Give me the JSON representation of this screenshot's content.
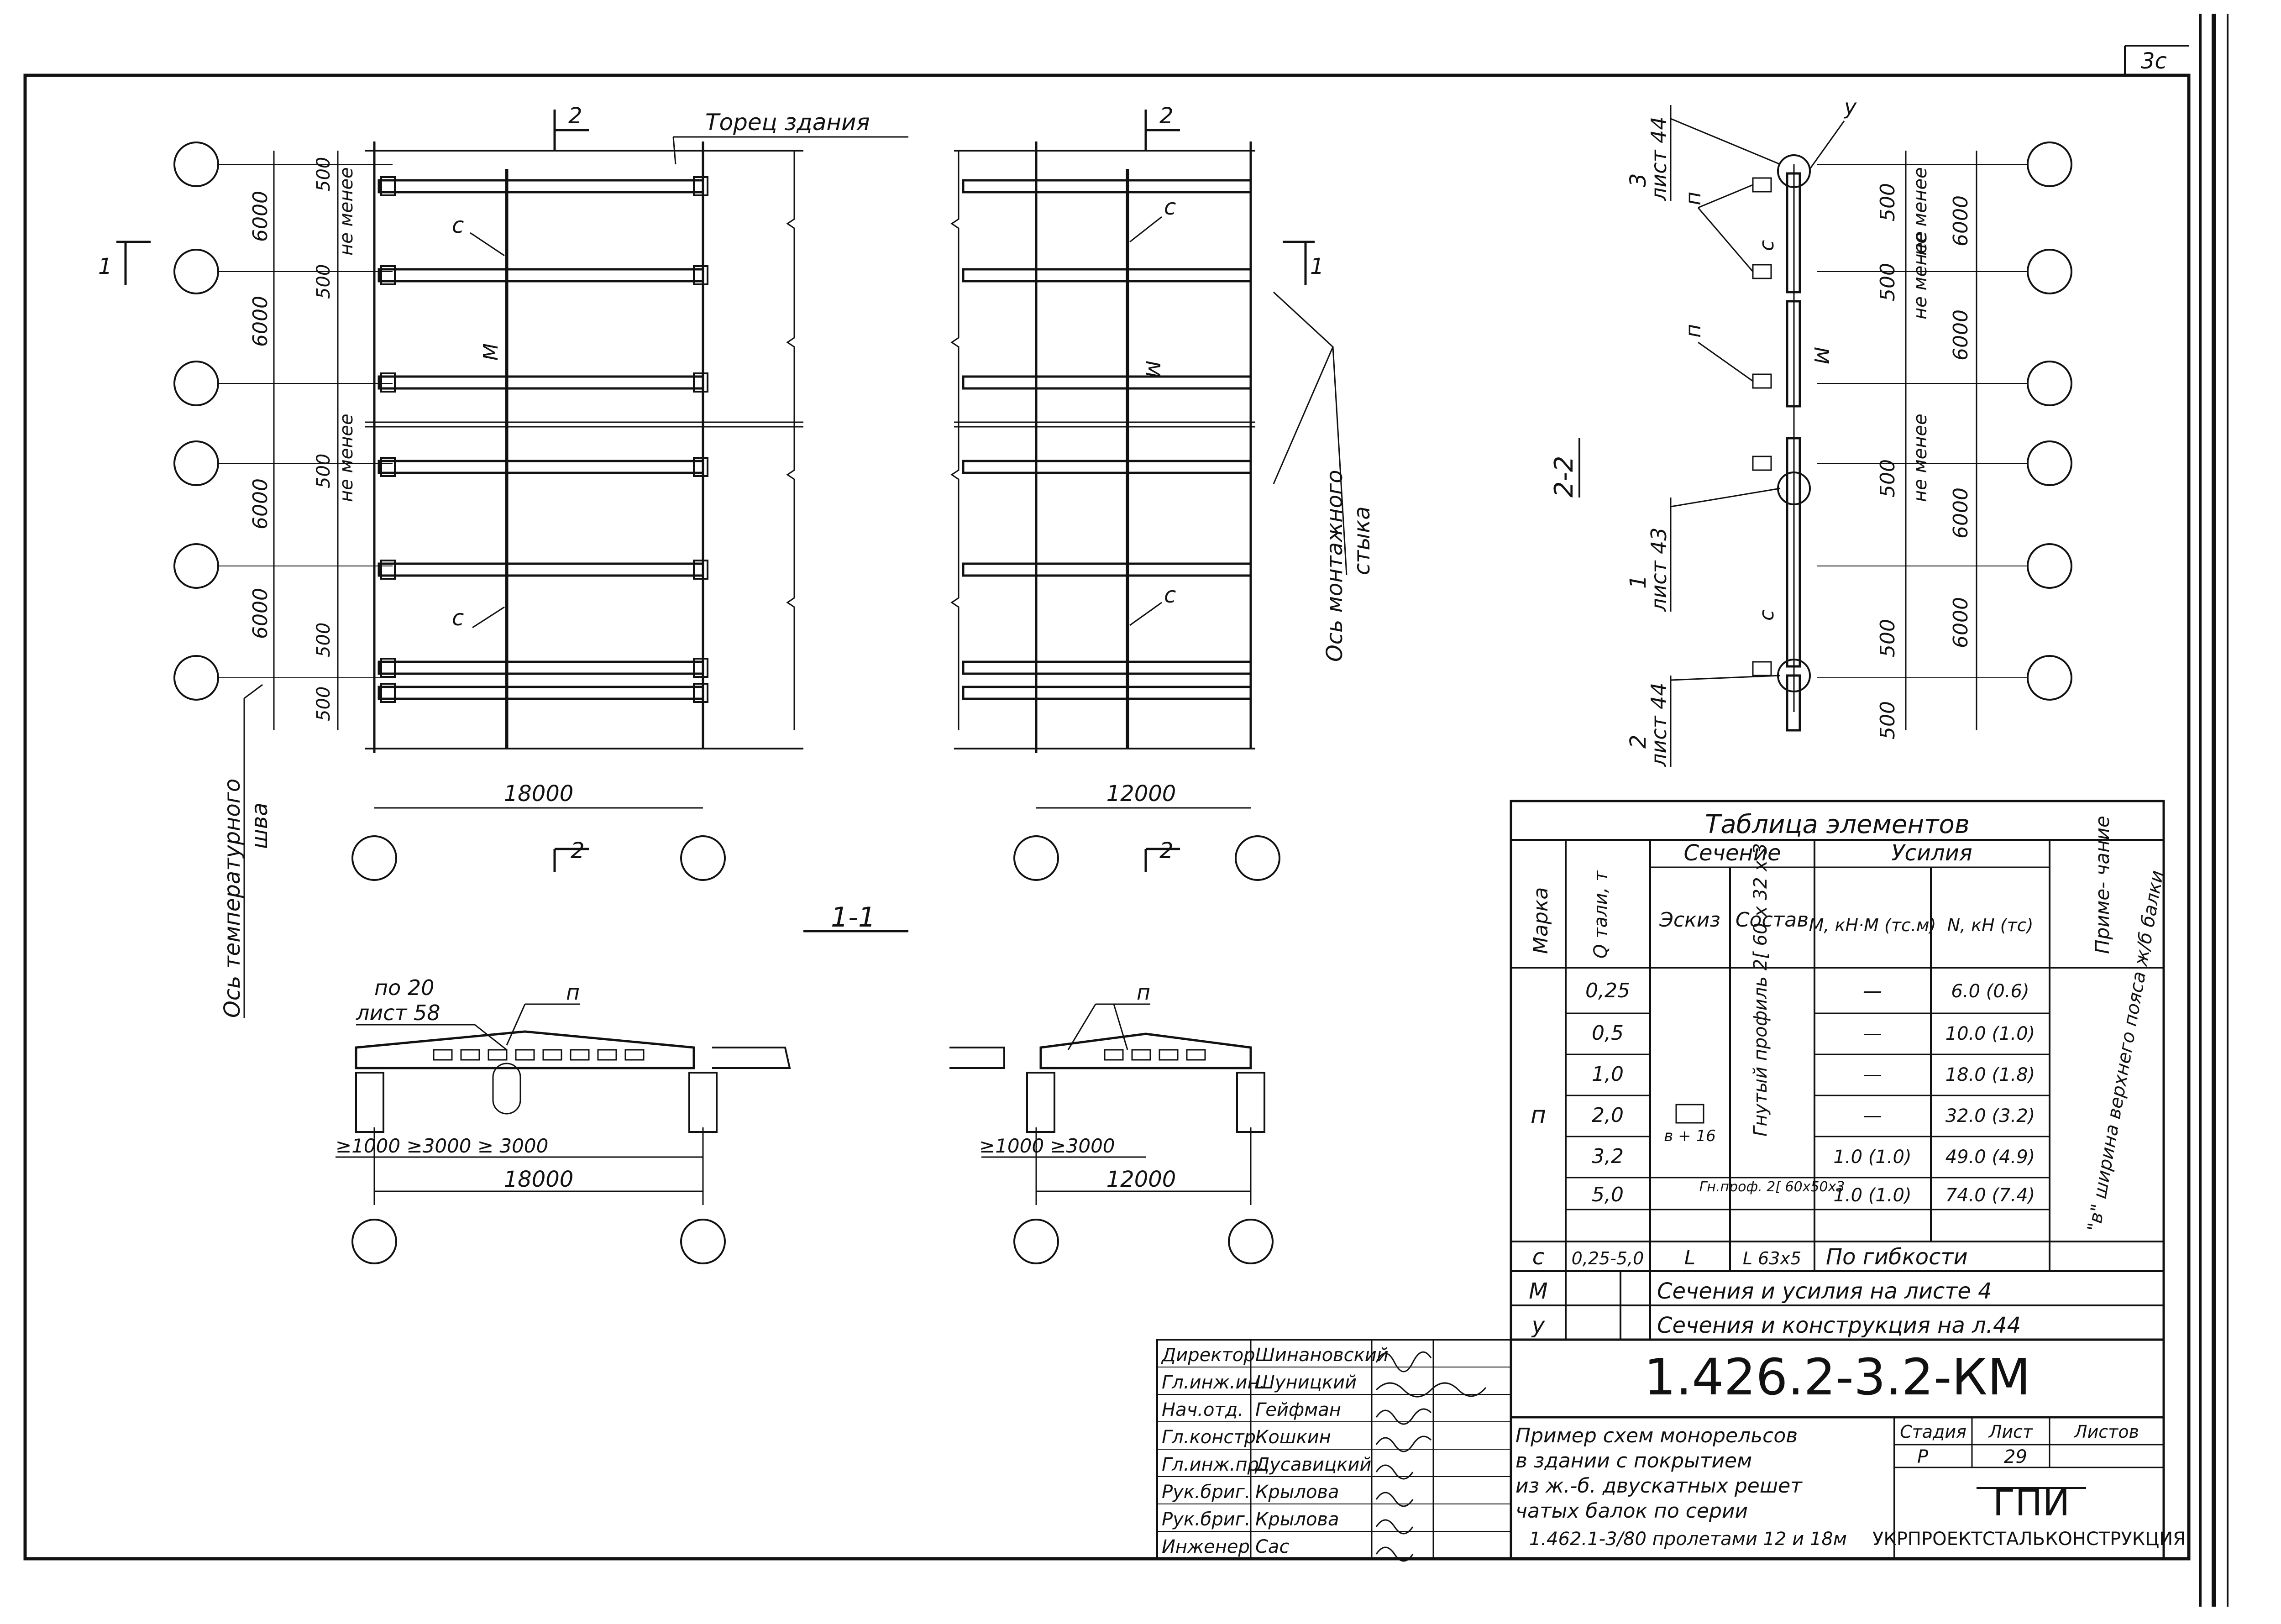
{
  "sheet": {
    "corner_number": "3с",
    "document_code": "1.426.2-3.2-КМ",
    "description_lines": [
      "Пример схем монорельсов",
      "в здании с покрытием",
      "из ж.-б. двускатных решет",
      "чатых балок по серии",
      "1.462.1-3/80 пролетами 12 и 18м"
    ],
    "stage_header": "Стадия",
    "sheet_header": "Лист",
    "sheets_header": "Листов",
    "stage_value": "Р",
    "sheet_value": "29",
    "org_logo": "ГПИ",
    "org_name": "УКРПРОЕКТСТАЛЬКОНСТРУКЦИЯ"
  },
  "signatures": [
    {
      "role": "Директор",
      "name": "Шинановский"
    },
    {
      "role": "Гл.инж.ин.",
      "name": "Шуницкий"
    },
    {
      "role": "Нач.отд.",
      "name": "Гейфман"
    },
    {
      "role": "Гл.констр.",
      "name": "Кошкин"
    },
    {
      "role": "Гл.инж.пр.",
      "name": "Дусавицкий"
    },
    {
      "role": "Рук.бриг.",
      "name": "Крылова"
    },
    {
      "role": "Рук.бриг.",
      "name": "Крылова"
    },
    {
      "role": "Инженер",
      "name": "Сас"
    }
  ],
  "plan": {
    "building_end": "Торец здания",
    "section_mark": "2",
    "section_1_mark": "1",
    "joint_axis_line1": "Ось монтажного",
    "joint_axis_line2": "стыка",
    "temp_joint_line1": "Ось температурного",
    "temp_joint_line2": "шва",
    "mark_c": "с",
    "mark_m": "М",
    "dim_6000": "6000",
    "dim_500": "500",
    "not_less": "не менее",
    "span_left": "18000",
    "span_right": "12000"
  },
  "section_1_1": {
    "title": "1-1",
    "ref_line1": "по 20",
    "ref_line2": "лист 58",
    "mark_p": "п",
    "dims_left": "≥1000 ≥3000 ≥ 3000",
    "span_left": "18000",
    "dims_right": "≥1000 ≥3000",
    "span_right": "12000"
  },
  "section_2_2": {
    "title": "2-2",
    "ref1_num": "3",
    "ref1_sheet": "лист 44",
    "ref2_num": "1",
    "ref2_sheet": "лист 43",
    "ref3_num": "2",
    "ref3_sheet": "лист 44",
    "mark_y": "у",
    "mark_p": "п",
    "mark_c": "с",
    "mark_m": "М",
    "dim_500": "500",
    "dim_6000": "6000",
    "not_less": "не менее"
  },
  "table": {
    "title": "Таблица элементов",
    "col_mark": "Марка",
    "col_q": "Q тали, т",
    "col_section": "Сечение",
    "col_sketch": "Эскиз",
    "col_composition": "Состав",
    "col_forces": "Усилия",
    "col_m": "М, кН·М (тс.м)",
    "col_n": "N, кН (тс)",
    "col_note": "Приме- чание",
    "p_mark": "п",
    "p_rows": [
      {
        "q": "0,25",
        "m": "—",
        "n": "6.0 (0.6)"
      },
      {
        "q": "0,5",
        "m": "—",
        "n": "10.0 (1.0)"
      },
      {
        "q": "1,0",
        "m": "—",
        "n": "18.0 (1.8)"
      },
      {
        "q": "2,0",
        "m": "—",
        "n": "32.0 (3.2)"
      },
      {
        "q": "3,2",
        "m": "1.0 (1.0)",
        "n": "49.0 (4.9)"
      },
      {
        "q": "5,0",
        "m": "1.0 (1.0)",
        "n": "74.0 (7.4)"
      }
    ],
    "p_composition": "Гнутый профиль 2[ 60 х 32 х 3",
    "p_composition2": "Гн.проф. 2[ 60х50х3",
    "p_sketch_dim": "в + 16",
    "p_note": "\"в\" ширина верхнего пояса ж/б балки",
    "c_row": {
      "mark": "с",
      "q": "0,25-5,0",
      "sketch": "L",
      "composition": "L 63х5",
      "forces": "По гибкости"
    },
    "m_row": {
      "mark": "М",
      "text": "Сечения и усилия на листе 4"
    },
    "y_row": {
      "mark": "у",
      "text": "Сечения и конструкция на л.44"
    }
  }
}
